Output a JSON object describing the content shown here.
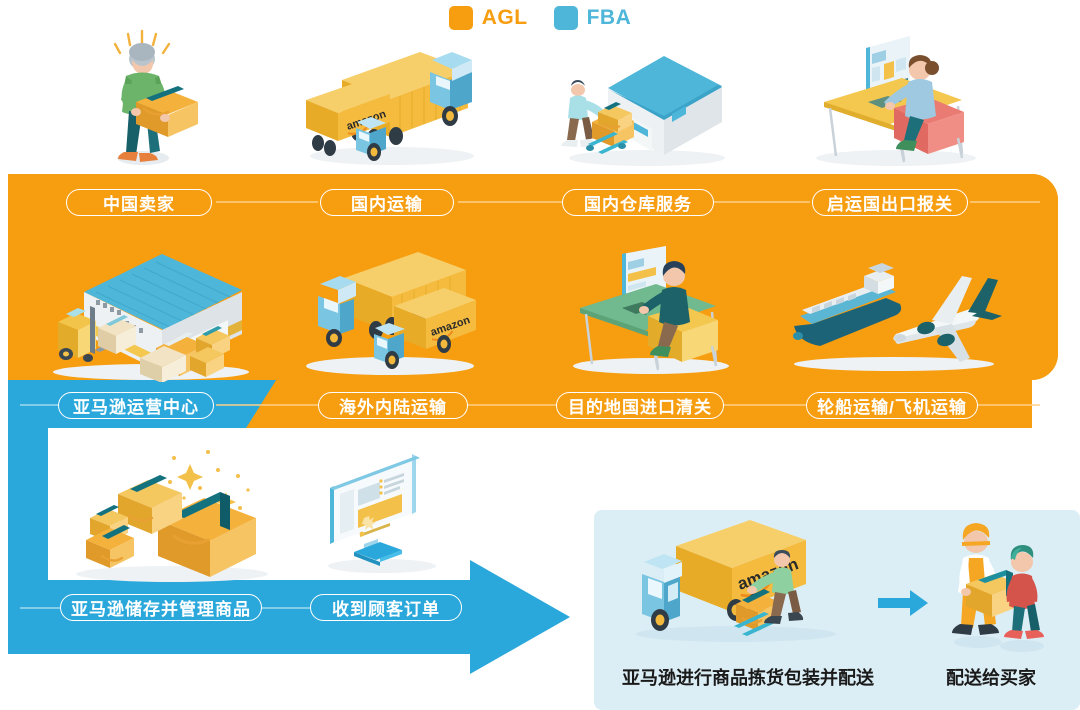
{
  "legend": {
    "items": [
      {
        "id": "agl",
        "label": "AGL",
        "color": "#f79d10",
        "icon": "square-swatch-icon"
      },
      {
        "id": "fba",
        "label": "FBA",
        "color": "#4eb6d9",
        "icon": "square-swatch-icon"
      }
    ]
  },
  "flow": {
    "row1": {
      "track_color": "#f79d10",
      "steps": [
        {
          "label": "中国卖家",
          "illustration": "seller-with-box-illustration"
        },
        {
          "label": "国内运输",
          "illustration": "domestic-trucks-illustration"
        },
        {
          "label": "国内仓库服务",
          "illustration": "warehouse-pallet-jack-illustration"
        },
        {
          "label": "启运国出口报关",
          "illustration": "desk-computer-woman-illustration"
        }
      ]
    },
    "row2": {
      "track_color": "#f79d10",
      "steps": [
        {
          "label": "亚马逊运营中心",
          "illustration": "fulfillment-center-forklift-illustration",
          "track_color": "#2aa8db"
        },
        {
          "label": "海外内陆运输",
          "illustration": "overseas-trucks-illustration"
        },
        {
          "label": "目的地国进口清关",
          "illustration": "customs-desk-computer-illustration"
        },
        {
          "label": "轮船运输/飞机运输",
          "illustration": "ship-and-plane-illustration"
        }
      ]
    },
    "row3": {
      "track_color": "#2aa8db",
      "steps": [
        {
          "label": "亚马逊储存并管理商品",
          "illustration": "amazon-boxes-sparkles-illustration"
        },
        {
          "label": "收到顾客订单",
          "illustration": "order-monitor-illustration"
        }
      ]
    }
  },
  "delivery_panel": {
    "background": "#dceef5",
    "captions": [
      {
        "label": "亚马逊进行商品拣货包装并配送",
        "illustration": "amazon-truck-loading-illustration"
      },
      {
        "label": "配送给买家",
        "illustration": "courier-handoff-illustration"
      }
    ],
    "arrow_icon": "right-arrow-icon",
    "arrow_color": "#2aa8db"
  },
  "colors": {
    "orange": "#f79d10",
    "blue": "#2aa8db",
    "light_blue": "#4eb6d9",
    "panel_blue": "#dceef5",
    "white": "#ffffff"
  }
}
